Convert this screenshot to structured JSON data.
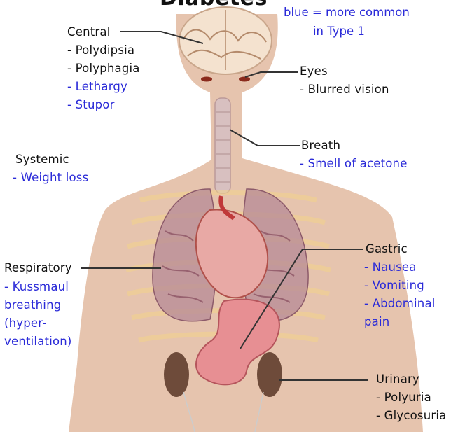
{
  "title": "Diabetes",
  "legend": "blue = more common\n        in Type 1",
  "colors": {
    "common_type1": "#2a2ad8",
    "normal": "#111111",
    "skin": "#e6c4ae"
  },
  "groups": [
    {
      "id": "central",
      "label": "Central",
      "symptoms": [
        {
          "text": "- Polydipsia",
          "type1": false
        },
        {
          "text": "- Polyphagia",
          "type1": false
        },
        {
          "text": "- Lethargy",
          "type1": true
        },
        {
          "text": "- Stupor",
          "type1": true
        }
      ]
    },
    {
      "id": "eyes",
      "label": "Eyes",
      "symptoms": [
        {
          "text": "- Blurred vision",
          "type1": false
        }
      ]
    },
    {
      "id": "breath",
      "label": "Breath",
      "symptoms": [
        {
          "text": "- Smell of acetone",
          "type1": true
        }
      ]
    },
    {
      "id": "systemic",
      "label": "Systemic",
      "symptoms": [
        {
          "text": "- Weight loss",
          "type1": true
        }
      ]
    },
    {
      "id": "respiratory",
      "label": "Respiratory",
      "symptoms": [
        {
          "text": "- Kussmaul",
          "type1": true
        },
        {
          "text": "  breathing",
          "type1": true
        },
        {
          "text": "  (hyper-",
          "type1": true
        },
        {
          "text": "  ventilation)",
          "type1": true
        }
      ]
    },
    {
      "id": "gastric",
      "label": "Gastric",
      "symptoms": [
        {
          "text": "- Nausea",
          "type1": true
        },
        {
          "text": "- Vomiting",
          "type1": true
        },
        {
          "text": "- Abdominal",
          "type1": true
        },
        {
          "text": "  pain",
          "type1": true
        }
      ]
    },
    {
      "id": "urinary",
      "label": "Urinary",
      "symptoms": [
        {
          "text": "- Polyuria",
          "type1": false
        },
        {
          "text": "- Glycosuria",
          "type1": false
        }
      ]
    }
  ]
}
